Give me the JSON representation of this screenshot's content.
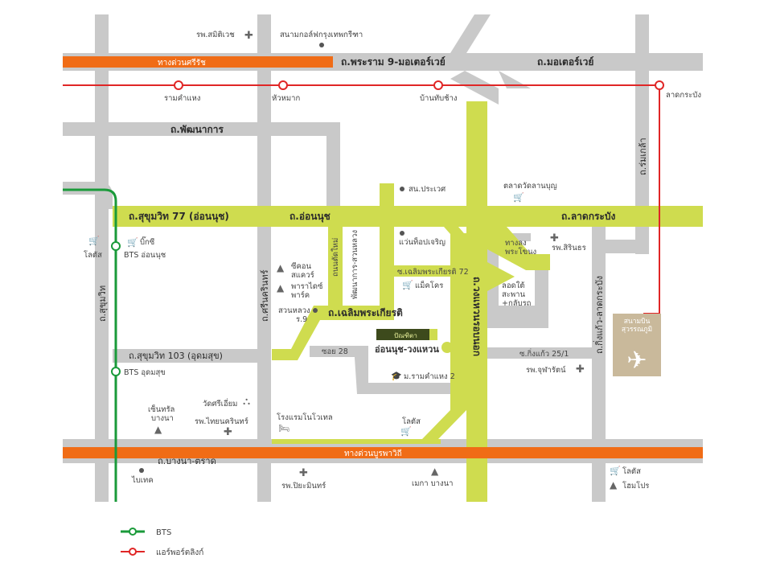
{
  "colors": {
    "gray_road": "#c9c9c9",
    "green_road": "#cfdc4f",
    "expressway": "#f06c16",
    "bts": "#1a9a3a",
    "airport_link": "#e02626",
    "airport_box": "#c9b99b",
    "project_box": "#3d4a1c",
    "project_dot": "#cfdc4f"
  },
  "expressways": {
    "top": "ทางด่วนศรีรัช",
    "bottom": "ทางด่วนบูรพาวิถี"
  },
  "roads": {
    "rama9": "ถ.พระราม 9-มอเตอร์เวย์",
    "motorway": "ถ.มอเตอร์เวย์",
    "phatthanakan": "ถ.พัฒนาการ",
    "sukhumvit77": "ถ.สุขุมวิท 77 (อ่อนนุช)",
    "onnut": "ถ.อ่อนนุช",
    "latkrabang": "ถ.ลาดกระบัง",
    "sukhumvit_vertical": "ถ.สุขุมวิท",
    "srinakarin": "ถ.ศรีนครินทร์",
    "romklao": "ถ.ร่มเกล้า",
    "kingkaew": "ถ.กิ่งแก้ว-ลาดกระบัง",
    "ring_road": "ถ.วงแหวนรอบนอก",
    "sukhumvit103": "ถ.สุขุมวิท 103 (อุดมสุข)",
    "chalermprakiat": "ถ.เฉลิมพระเกียรติ",
    "chalermprakiat72": "ซ.เฉลิมพระเกียรติ 72",
    "soi28": "ซอย 28",
    "kingkaew25": "ซ.กิ่งแก้ว 25/1",
    "bangna_trat": "ถ.บางนา-ตราด",
    "tuaymai": "ถนนตัดใหม่",
    "phatthanakan_suanluang": "พัฒนาการ-สวนหลวง"
  },
  "stations": {
    "ramkhamhaeng": "รามคำแหง",
    "huamak": "หัวหมาก",
    "bantapsang": "บ้านทับช้าง",
    "latkrabang": "ลาดกระบัง",
    "bts_onnut": "BTS อ่อนนุช",
    "bts_udomsuk": "BTS อุดมสุข"
  },
  "pois": {
    "rp_samitivej": "รพ.สมิติเวช",
    "golf": "สนามกอล์ฟกรุงเทพกรีฑา",
    "lotus_left": "โลตัส",
    "bigc": "บิ๊กซี",
    "seacon": "ซีคอน\nสแควร์",
    "paradise": "พาราไดซ์\nพาร์ค",
    "suanluang": "สวนหลวง\nร.9",
    "police": "สน.ประเวศ",
    "talad": "ตลาดวัดลานบุญ",
    "wat": "แว่นท็อปเจริญ",
    "makro": "แม็คโคร",
    "thang_long": "ทางลง\nพระโขนง",
    "rp_sirindhorn": "รพ.สิรินธร",
    "lod_tai": "ลอดใต้\nสะพาน\n+กลับรถ",
    "project": "อ่อนนุช-วงแหวน",
    "project_brand": "ปัณฑิตา",
    "ram2": "ม.รามคำแหง 2",
    "lotus_mid": "โลตัส",
    "rp_jutharat": "รพ.จุฬารัตน์",
    "central_bangna": "เซ็นทรัล\nบางนา",
    "wat_sri": "วัดศรีเอี่ยม",
    "rp_thainakarin": "รพ.ไทยนครินทร์",
    "novotel": "โรงแรมโนโวเทล",
    "bitec": "ไบเทค",
    "rp_piyamin": "รพ.ปิยะมินทร์",
    "mega": "เมกา บางนา",
    "lotus_right": "โลตัส",
    "homepro": "โฮมโปร",
    "airport": "สนามบิน\nสุวรรณภูมิ"
  },
  "legend": {
    "bts": "BTS",
    "airport_link": "แอร์พอร์ตลิงก์"
  }
}
